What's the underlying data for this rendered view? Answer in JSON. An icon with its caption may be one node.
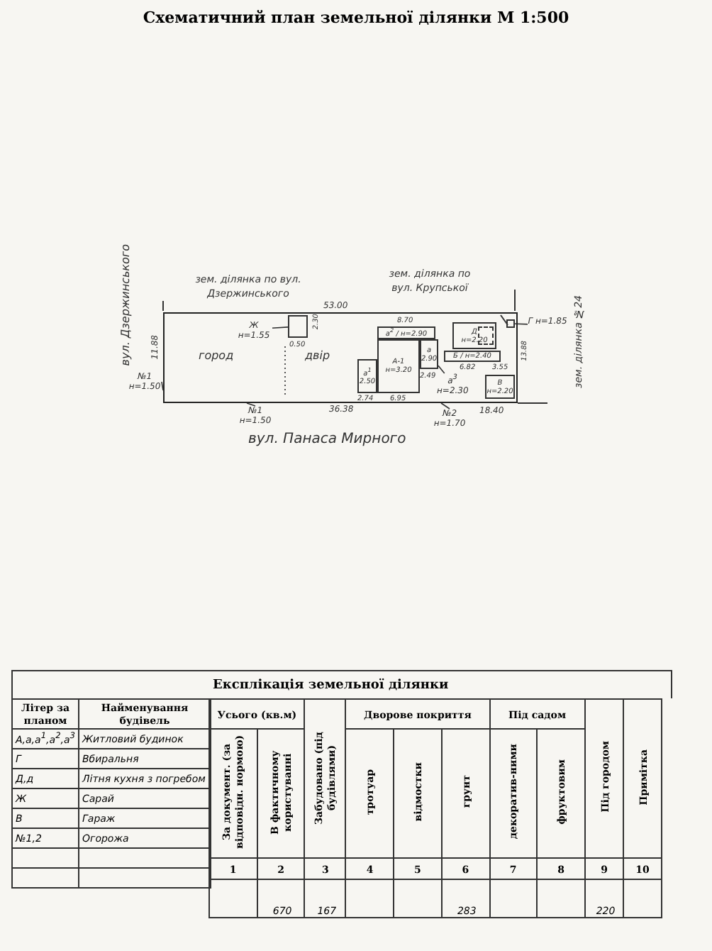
{
  "diagram": {
    "title": "Схематичний план земельної ділянки М 1:500",
    "nodes": [
      {
        "text": [],
        "shape": "box"
      },
      {
        "text": [],
        "shape": "box",
        "in": 0,
        "beside": [
          "2.30",
          "0.50"
        ]
      },
      {
        "text": [
          "Ж н=1.55"
        ],
        "in": 0
      },
      {
        "text": [
          "а$^{2}$ / н=2.90"
        ],
        "in": 0
      },
      {
        "text": [
          "А-1",
          "н=3.20"
        ],
        "in": 0
      },
      {
        "text": [
          "а$^{1}$",
          "2.50"
        ],
        "in": 0
      },
      {
        "text": [
          "а",
          "2.90"
        ],
        "in": 0
      },
      {
        "text": [
          "Д",
          "н=2.20"
        ],
        "in": 0
      },
      {
        "text": [],
        "shape": "box",
        "in": 7
      },
      {
        "text": [
          "Б / н=2.40"
        ],
        "in": 0
      },
      {
        "text": [
          "В",
          "н=2.20"
        ],
        "in": 0
      },
      {
        "text": [],
        "shape": "box",
        "in": 0
      },
      {
        "text": [
          "Г н=1.85"
        ]
      },
      {
        "text": [
          "а$^{3}$ н=2.30"
        ],
        "in": 0
      },
      {
        "text": [
          "№1 н=1.50"
        ]
      },
      {
        "text": [
          "№1 н=1.50"
        ]
      },
      {
        "text": [
          "№2 н=1.70"
        ]
      }
    ],
    "edges": [
      {
        "from": 2,
        "to": 1,
        "arrow": "none"
      },
      {
        "from": 12,
        "to": 11,
        "arrow": "none"
      },
      {
        "from": 13,
        "to": 6,
        "arrow": "none"
      },
      {
        "from": 14,
        "to": 0,
        "arrow": "none"
      },
      {
        "from": 15,
        "to": 0,
        "arrow": "none"
      },
      {
        "from": 16,
        "to": 0,
        "arrow": "none"
      }
    ],
    "labels": [
      "зем. ділянка по вул. Дзержинського",
      "зем. ділянка по вул. Крупської",
      "вул. Дзержинського",
      "зем. ділянка №24",
      "53.00",
      "11.88",
      "город",
      "двір",
      "8.70",
      "2.74",
      "6.95",
      "2.49",
      "6.82",
      "3.55",
      "13.88",
      "36.38",
      "18.40",
      "вул. Панаса Мирного",
      "Експлікація земельної ділянки",
      "Літер за планом",
      "Найменування будівель",
      "Усього (кв.м)",
      "Дворове покриття",
      "Під садом",
      "Під городом",
      "Примітка",
      "За документ. (за відповідн. нормою)",
      "В фактичному користуванні",
      "Забудовано (під будівлями)",
      "тротуар",
      "відмостки",
      "грунт",
      "декоратив-ними",
      "фруктовим",
      "1",
      "2",
      "3",
      "4",
      "5",
      "6",
      "7",
      "8",
      "9",
      "10",
      "А,а,а$^{1}$,а$^{2}$,а$^{3}$",
      "Житловий будинок",
      "Г",
      "Вбиральня",
      "Д,д",
      "Літня кухня з погребом",
      "Ж",
      "Сарай",
      "В",
      "Гараж",
      "№1,2",
      "Огорожа",
      "670",
      "167",
      "283",
      "220"
    ]
  }
}
